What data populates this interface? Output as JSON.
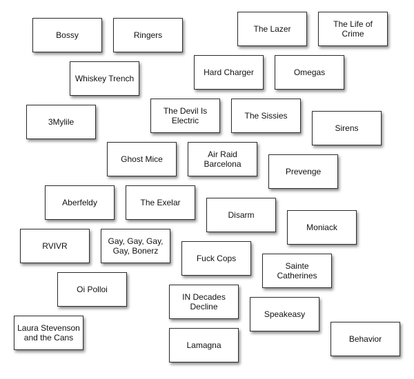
{
  "cards": [
    {
      "id": "bossy",
      "label": "Bossy"
    },
    {
      "id": "ringers",
      "label": "Ringers"
    },
    {
      "id": "the-lazer",
      "label": "The Lazer"
    },
    {
      "id": "the-life-of-crime",
      "label": "The Life of Crime"
    },
    {
      "id": "whiskey-trench",
      "label": "Whiskey Trench"
    },
    {
      "id": "hard-charger",
      "label": "Hard Charger"
    },
    {
      "id": "omegas",
      "label": "Omegas"
    },
    {
      "id": "3mylile",
      "label": "3Mylile"
    },
    {
      "id": "the-devil-is-electric",
      "label": "The Devil Is Electric"
    },
    {
      "id": "the-sissies",
      "label": "The Sissies"
    },
    {
      "id": "sirens",
      "label": "Sirens"
    },
    {
      "id": "ghost-mice",
      "label": "Ghost Mice"
    },
    {
      "id": "air-raid-barcelona",
      "label": "Air Raid Barcelona"
    },
    {
      "id": "prevenge",
      "label": "Prevenge"
    },
    {
      "id": "aberfeldy",
      "label": "Aberfeldy"
    },
    {
      "id": "the-exelar",
      "label": "The Exelar"
    },
    {
      "id": "disarm",
      "label": "Disarm"
    },
    {
      "id": "moniack",
      "label": "Moniack"
    },
    {
      "id": "rvivr",
      "label": "RVIVR"
    },
    {
      "id": "gay-gay-gay-gay-bonerz",
      "label": "Gay, Gay, Gay, Gay, Bonerz"
    },
    {
      "id": "fuck-cops",
      "label": "Fuck Cops"
    },
    {
      "id": "sainte-catherines",
      "label": "Sainte Catherines"
    },
    {
      "id": "oi-polloi",
      "label": "Oi Polloi"
    },
    {
      "id": "in-decades-decline",
      "label": "IN Decades Decline"
    },
    {
      "id": "speakeasy",
      "label": "Speakeasy"
    },
    {
      "id": "laura-stevenson-and-the-cans",
      "label": "Laura Stevenson and the Cans"
    },
    {
      "id": "lamagna",
      "label": "Lamagna"
    },
    {
      "id": "behavior",
      "label": "Behavior"
    }
  ]
}
